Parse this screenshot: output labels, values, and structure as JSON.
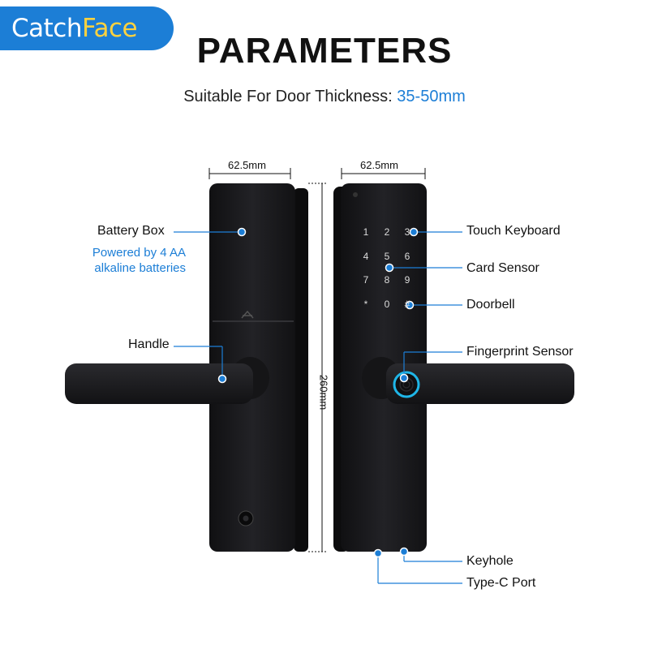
{
  "brand": {
    "part1": "Catch",
    "part2": "Face"
  },
  "title": "PARAMETERS",
  "subtitle": {
    "prefix": "Suitable For Door Thickness: ",
    "value": "35-50mm"
  },
  "dimensions": {
    "width_left": "62.5mm",
    "width_right": "62.5mm",
    "height": "260mm"
  },
  "left_labels": {
    "battery_box": "Battery Box",
    "battery_note_line1": "Powered by 4 AA",
    "battery_note_line2": "alkaline batteries",
    "handle": "Handle"
  },
  "right_labels": {
    "touch_keyboard": "Touch Keyboard",
    "card_sensor": "Card Sensor",
    "doorbell": "Doorbell",
    "fingerprint_sensor": "Fingerprint Sensor",
    "keyhole": "Keyhole",
    "type_c_port": "Type-C Port"
  },
  "keypad": [
    "1",
    "2",
    "3",
    "4",
    "5",
    "6",
    "7",
    "8",
    "9",
    "*",
    "0",
    "#"
  ],
  "colors": {
    "accent": "#1c7ed6",
    "brand_highlight": "#ffd23f",
    "lock_body": "#1b1b1d",
    "text": "#111111"
  }
}
